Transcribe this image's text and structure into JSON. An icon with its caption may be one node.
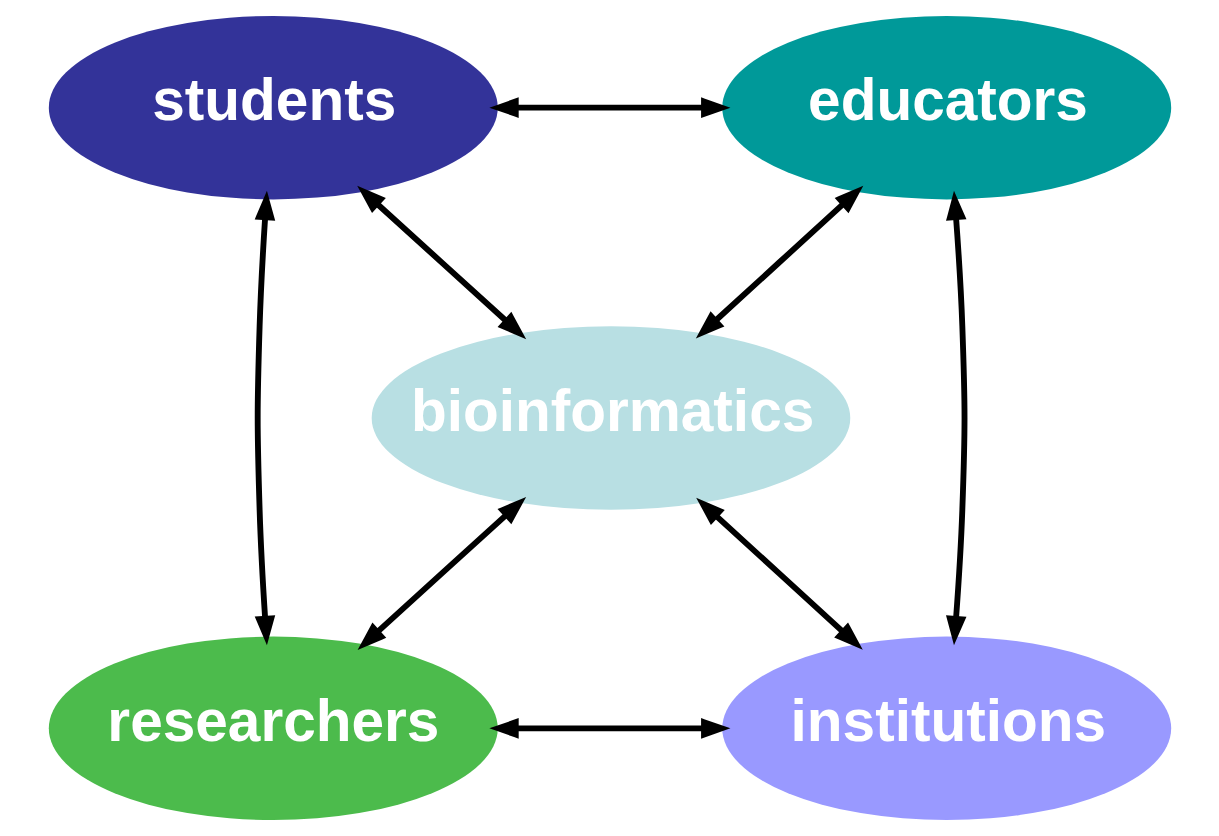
{
  "diagram": {
    "nodes": [
      {
        "text": [
          "students"
        ]
      },
      {
        "text": [
          "educators"
        ]
      },
      {
        "text": [
          "bioinformatics"
        ]
      },
      {
        "text": [
          "researchers"
        ]
      },
      {
        "text": [
          "institutions"
        ]
      }
    ],
    "edges": [
      {
        "from": 0,
        "to": 1,
        "arrow": "both"
      },
      {
        "from": 0,
        "to": 2,
        "arrow": "both"
      },
      {
        "from": 1,
        "to": 2,
        "arrow": "both"
      },
      {
        "from": 0,
        "to": 3,
        "arrow": "both"
      },
      {
        "from": 1,
        "to": 4,
        "arrow": "both"
      },
      {
        "from": 3,
        "to": 2,
        "arrow": "both"
      },
      {
        "from": 2,
        "to": 4,
        "arrow": "both"
      },
      {
        "from": 3,
        "to": 4,
        "arrow": "both"
      }
    ]
  }
}
